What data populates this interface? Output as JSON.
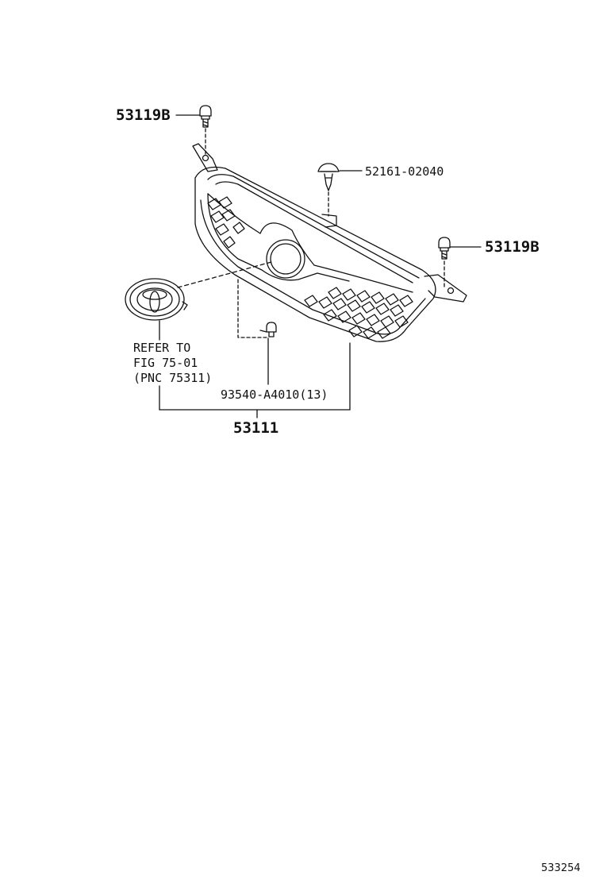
{
  "callouts": {
    "bolt_left": "53119B",
    "bolt_right": "53119B",
    "clip": "52161-02040",
    "screw": "93540-A4010(13)",
    "assembly": "53111"
  },
  "reference": {
    "line1": "REFER TO",
    "line2": "FIG 75-01",
    "line3": "(PNC 75311)"
  },
  "figure_id": "533254"
}
